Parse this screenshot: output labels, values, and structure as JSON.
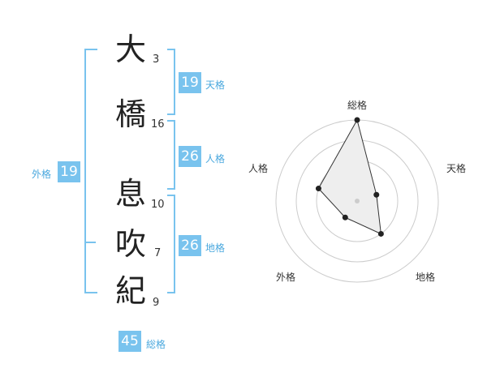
{
  "surname": [
    {
      "char": "大",
      "strokes": "3"
    },
    {
      "char": "橋",
      "strokes": "16"
    }
  ],
  "given": [
    {
      "char": "息",
      "strokes": "10"
    },
    {
      "char": "吹",
      "strokes": "7"
    },
    {
      "char": "紀",
      "strokes": "9"
    }
  ],
  "kakusu": {
    "tenkaku": {
      "label": "天格",
      "value": "19"
    },
    "jinkaku": {
      "label": "人格",
      "value": "26"
    },
    "chikaku": {
      "label": "地格",
      "value": "26"
    },
    "gaikaku": {
      "label": "外格",
      "value": "19"
    },
    "soukaku": {
      "label": "総格",
      "value": "45"
    }
  },
  "radar": {
    "axes": [
      "総格",
      "天格",
      "地格",
      "外格",
      "人格"
    ],
    "levels": 4,
    "values": [
      4,
      1,
      2,
      1,
      2
    ],
    "max": 4
  }
}
